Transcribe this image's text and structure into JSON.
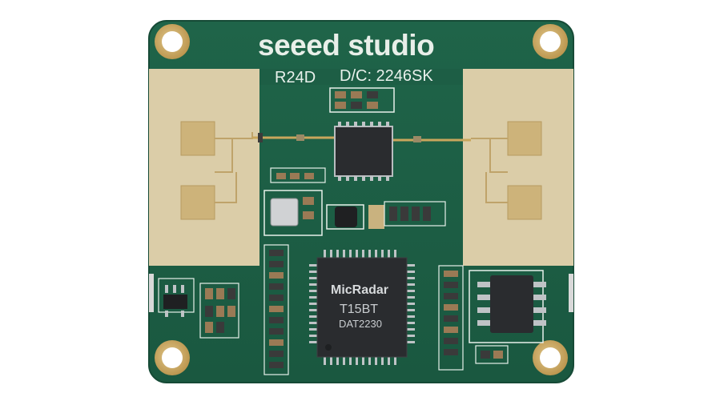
{
  "board": {
    "brand": "seeed studio",
    "model": "R24D",
    "date_code": "D/C: 2246SK"
  },
  "mcu_chip": {
    "brand": "MicRadar",
    "part": "T15BT",
    "code": "DAT2230"
  },
  "colors": {
    "pcb": "#1d5e45",
    "antenna_pad": "#d8c79f",
    "gold": "#c9a65c",
    "chip": "#2a2c2f",
    "background": "#ffffff"
  }
}
